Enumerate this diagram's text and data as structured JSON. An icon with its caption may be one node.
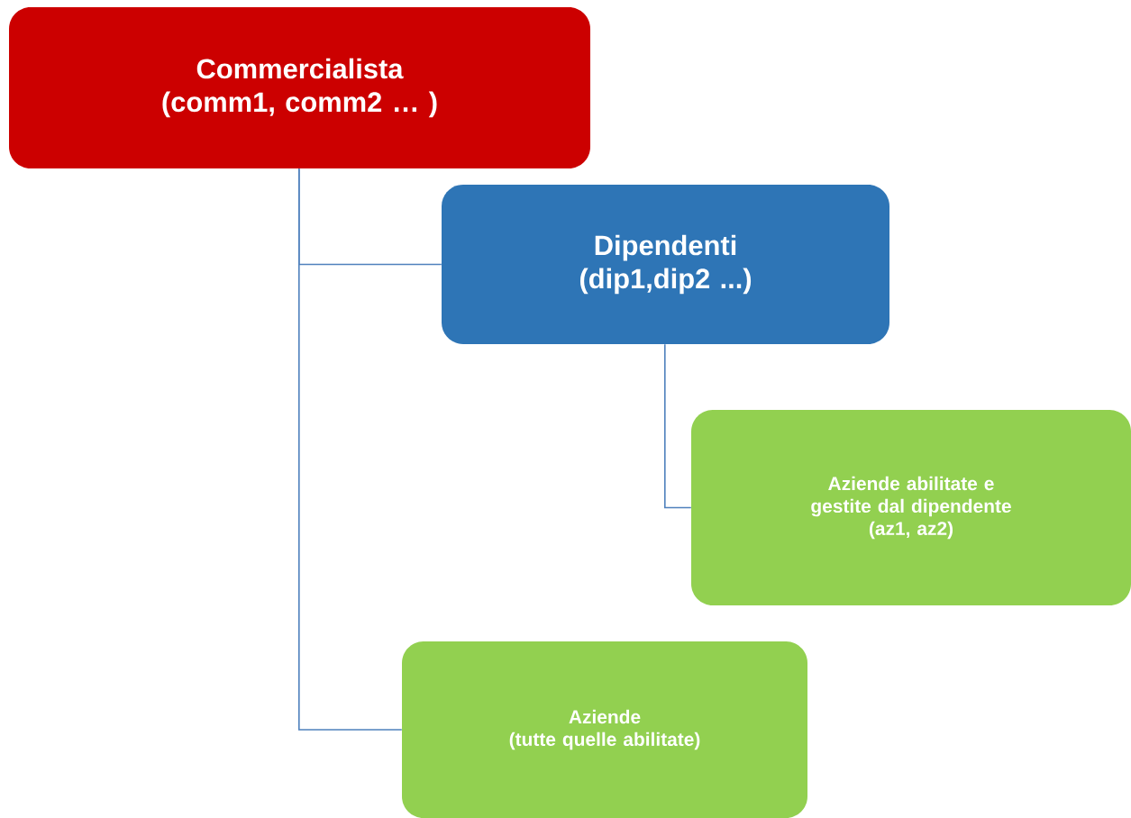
{
  "diagram": {
    "nodes": [
      {
        "text": [
          "Commercialista",
          "(comm1, comm2 … )"
        ]
      },
      {
        "text": [
          "Dipendenti",
          "(dip1,dip2 ...)"
        ]
      },
      {
        "text": [
          "Aziende abilitate e gestite dal dipendente",
          "(az1, az2)"
        ]
      },
      {
        "text": [
          "Aziende",
          "(tutte quelle abilitate)"
        ]
      }
    ],
    "edges": [
      {
        "from": 0,
        "to": 1,
        "arrow": "none"
      },
      {
        "from": 0,
        "to": 3,
        "arrow": "none"
      },
      {
        "from": 1,
        "to": 2,
        "arrow": "none"
      }
    ]
  }
}
